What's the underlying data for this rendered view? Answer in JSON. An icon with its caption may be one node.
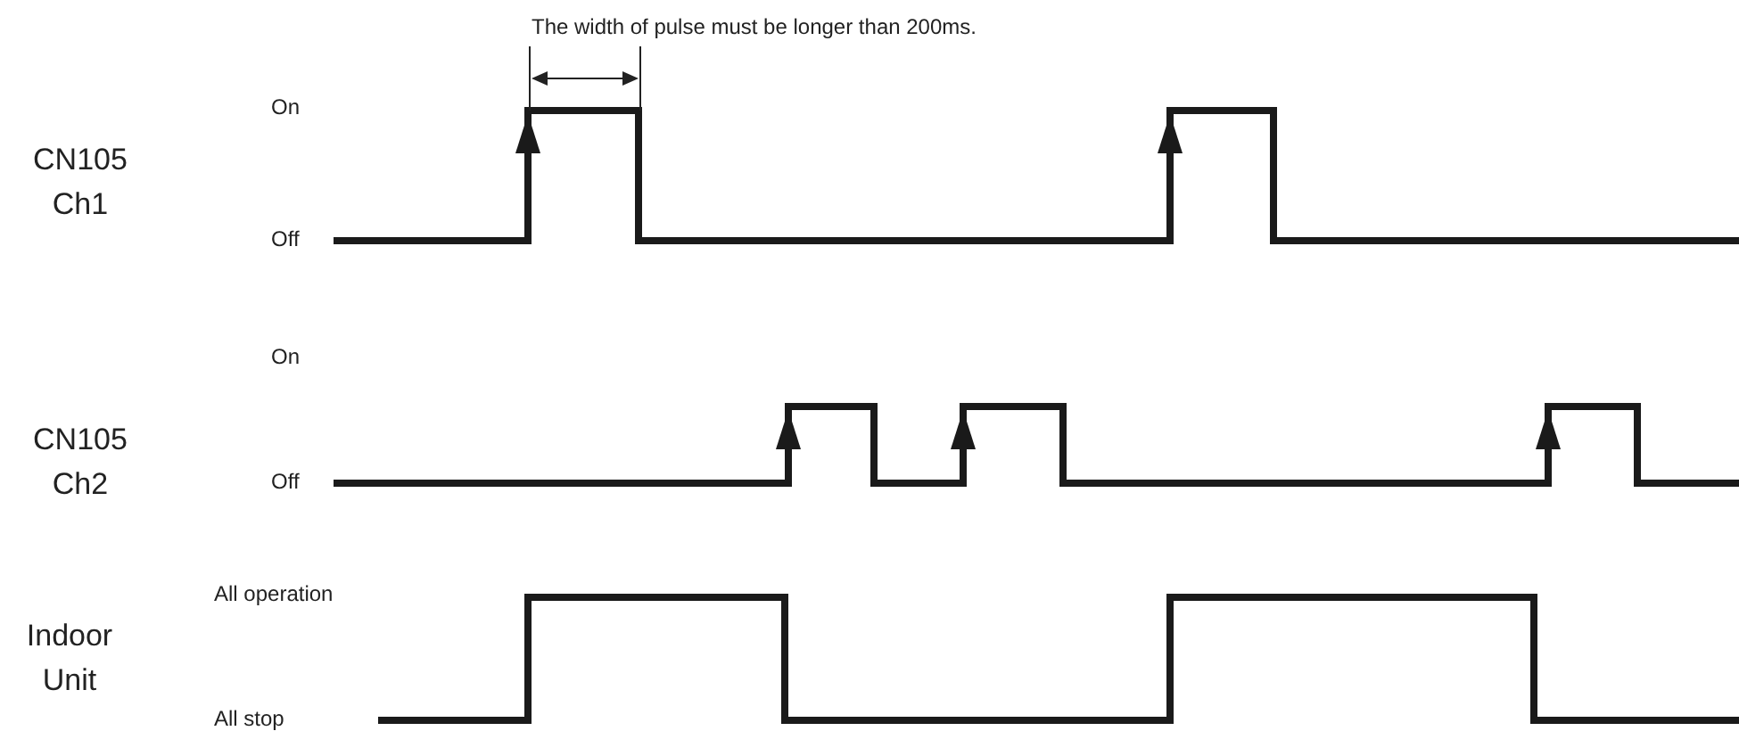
{
  "diagram": {
    "labels": [
      "The width of pulse must be longer than 200ms.",
      "On",
      "CN105 Ch1",
      "Off",
      "On",
      "CN105 Ch2",
      "Off",
      "All operation",
      "Indoor Unit",
      "All stop"
    ]
  }
}
